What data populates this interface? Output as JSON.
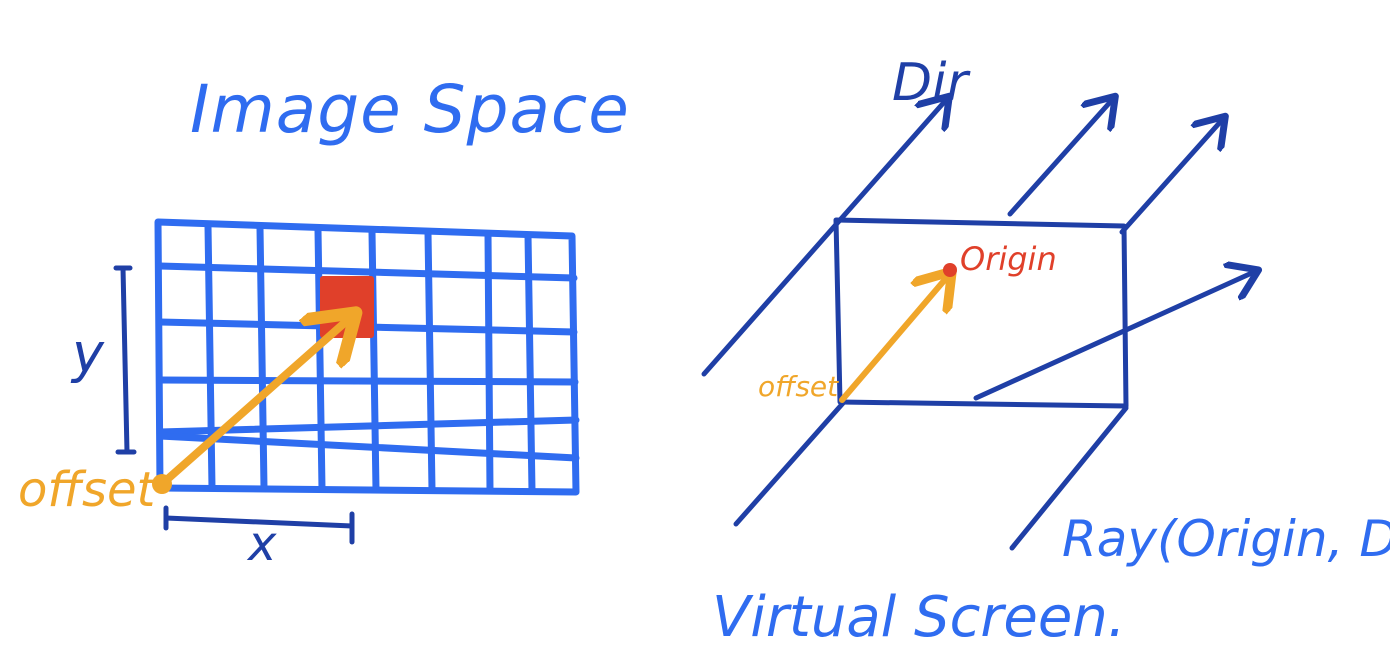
{
  "colors": {
    "bright_blue": "#2f6cf0",
    "dark_blue": "#1f3fa6",
    "orange": "#f0a62a",
    "red": "#e0402a"
  },
  "image_space": {
    "title": "Image Space",
    "y_label": "y",
    "x_label": "x",
    "offset_label": "offset"
  },
  "virtual_screen": {
    "dir_label": "Dir",
    "origin_label": "Origin",
    "offset_label": "offset",
    "ray_label": "Ray(Origin, Dir)",
    "screen_label": "Virtual Screen."
  }
}
